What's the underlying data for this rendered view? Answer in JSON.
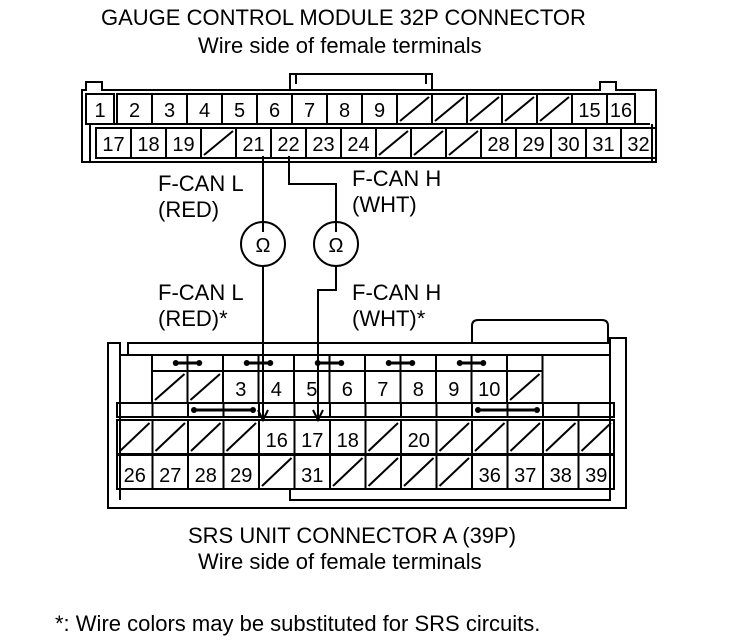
{
  "gauge_connector": {
    "title": "GAUGE CONTROL MODULE 32P CONNECTOR",
    "subtitle": "Wire side of female terminals",
    "row1": [
      "1",
      "2",
      "3",
      "4",
      "5",
      "6",
      "7",
      "8",
      "9",
      "",
      "",
      "",
      "",
      "",
      "15",
      "16"
    ],
    "row2": [
      "17",
      "18",
      "19",
      "",
      "21",
      "22",
      "23",
      "24",
      "",
      "",
      "",
      "28",
      "29",
      "30",
      "31",
      "32"
    ]
  },
  "probes": {
    "upper_left": [
      "F-CAN L",
      "(RED)"
    ],
    "upper_right": [
      "F-CAN H",
      "(WHT)"
    ],
    "lower_left": [
      "F-CAN L",
      "(RED)*"
    ],
    "lower_right": [
      "F-CAN H",
      "(WHT)*"
    ],
    "meter_symbol": "Ω"
  },
  "srs_connector": {
    "title": "SRS UNIT CONNECTOR A (39P)",
    "subtitle": "Wire side of female terminals",
    "row1": [
      "",
      "",
      "3",
      "4",
      "5",
      "6",
      "7",
      "8",
      "9",
      "10",
      ""
    ],
    "row2": [
      "",
      "",
      "",
      "",
      "16",
      "17",
      "18",
      "",
      "20",
      "",
      "",
      "",
      "",
      ""
    ],
    "row3": [
      "26",
      "27",
      "28",
      "29",
      "",
      "31",
      "",
      "",
      "",
      "",
      "36",
      "37",
      "38",
      "39"
    ]
  },
  "footnote": "*: Wire colors may be substituted for SRS circuits."
}
